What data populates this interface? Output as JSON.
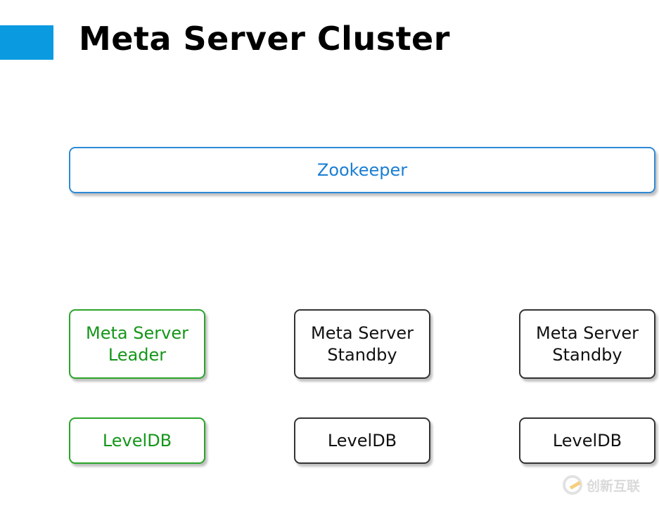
{
  "title": "Meta Server Cluster",
  "colors": {
    "accent": "#0a9ae0",
    "leader": "#15961a",
    "zookeeper": "#1a7ed4",
    "standby": "#111111"
  },
  "zookeeper": {
    "label": "Zookeeper"
  },
  "servers": [
    {
      "line1": "Meta Server",
      "line2": "Leader",
      "db": "LevelDB"
    },
    {
      "line1": "Meta Server",
      "line2": "Standby",
      "db": "LevelDB"
    },
    {
      "line1": "Meta Server",
      "line2": "Standby",
      "db": "LevelDB"
    }
  ],
  "watermark": {
    "text": "创新互联"
  }
}
